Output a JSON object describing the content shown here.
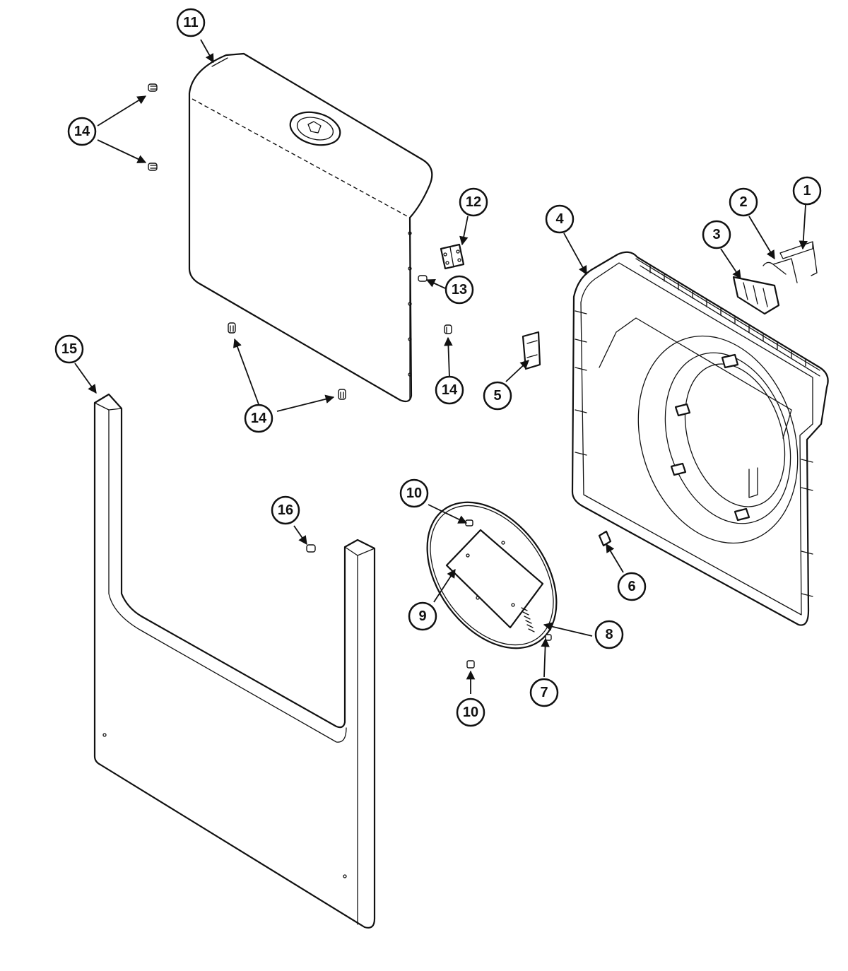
{
  "diagram": {
    "callouts": [
      {
        "id": "c1",
        "label": "1"
      },
      {
        "id": "c2",
        "label": "2"
      },
      {
        "id": "c3",
        "label": "3"
      },
      {
        "id": "c4",
        "label": "4"
      },
      {
        "id": "c5",
        "label": "5"
      },
      {
        "id": "c6",
        "label": "6"
      },
      {
        "id": "c7",
        "label": "7"
      },
      {
        "id": "c8",
        "label": "8"
      },
      {
        "id": "c9",
        "label": "9"
      },
      {
        "id": "c10a",
        "label": "10"
      },
      {
        "id": "c10b",
        "label": "10"
      },
      {
        "id": "c11",
        "label": "11"
      },
      {
        "id": "c12",
        "label": "12"
      },
      {
        "id": "c13",
        "label": "13"
      },
      {
        "id": "c14a",
        "label": "14"
      },
      {
        "id": "c14b",
        "label": "14"
      },
      {
        "id": "c14c",
        "label": "14"
      },
      {
        "id": "c15",
        "label": "15"
      },
      {
        "id": "c16",
        "label": "16"
      }
    ]
  }
}
